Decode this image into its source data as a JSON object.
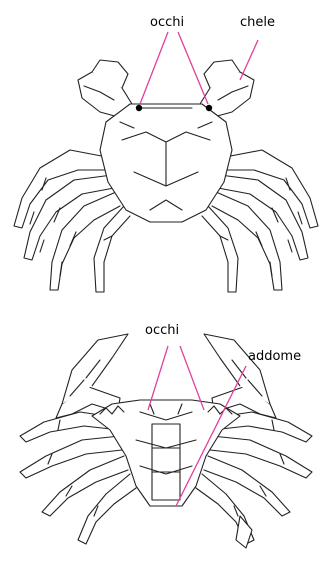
{
  "figure": {
    "top": {
      "labels": [
        "occhi",
        "chele"
      ]
    },
    "bottom": {
      "labels": [
        "occhi",
        "addome"
      ]
    }
  },
  "colors": {
    "pointer": "#e0409a",
    "ink": "#222222",
    "background": "#ffffff"
  }
}
